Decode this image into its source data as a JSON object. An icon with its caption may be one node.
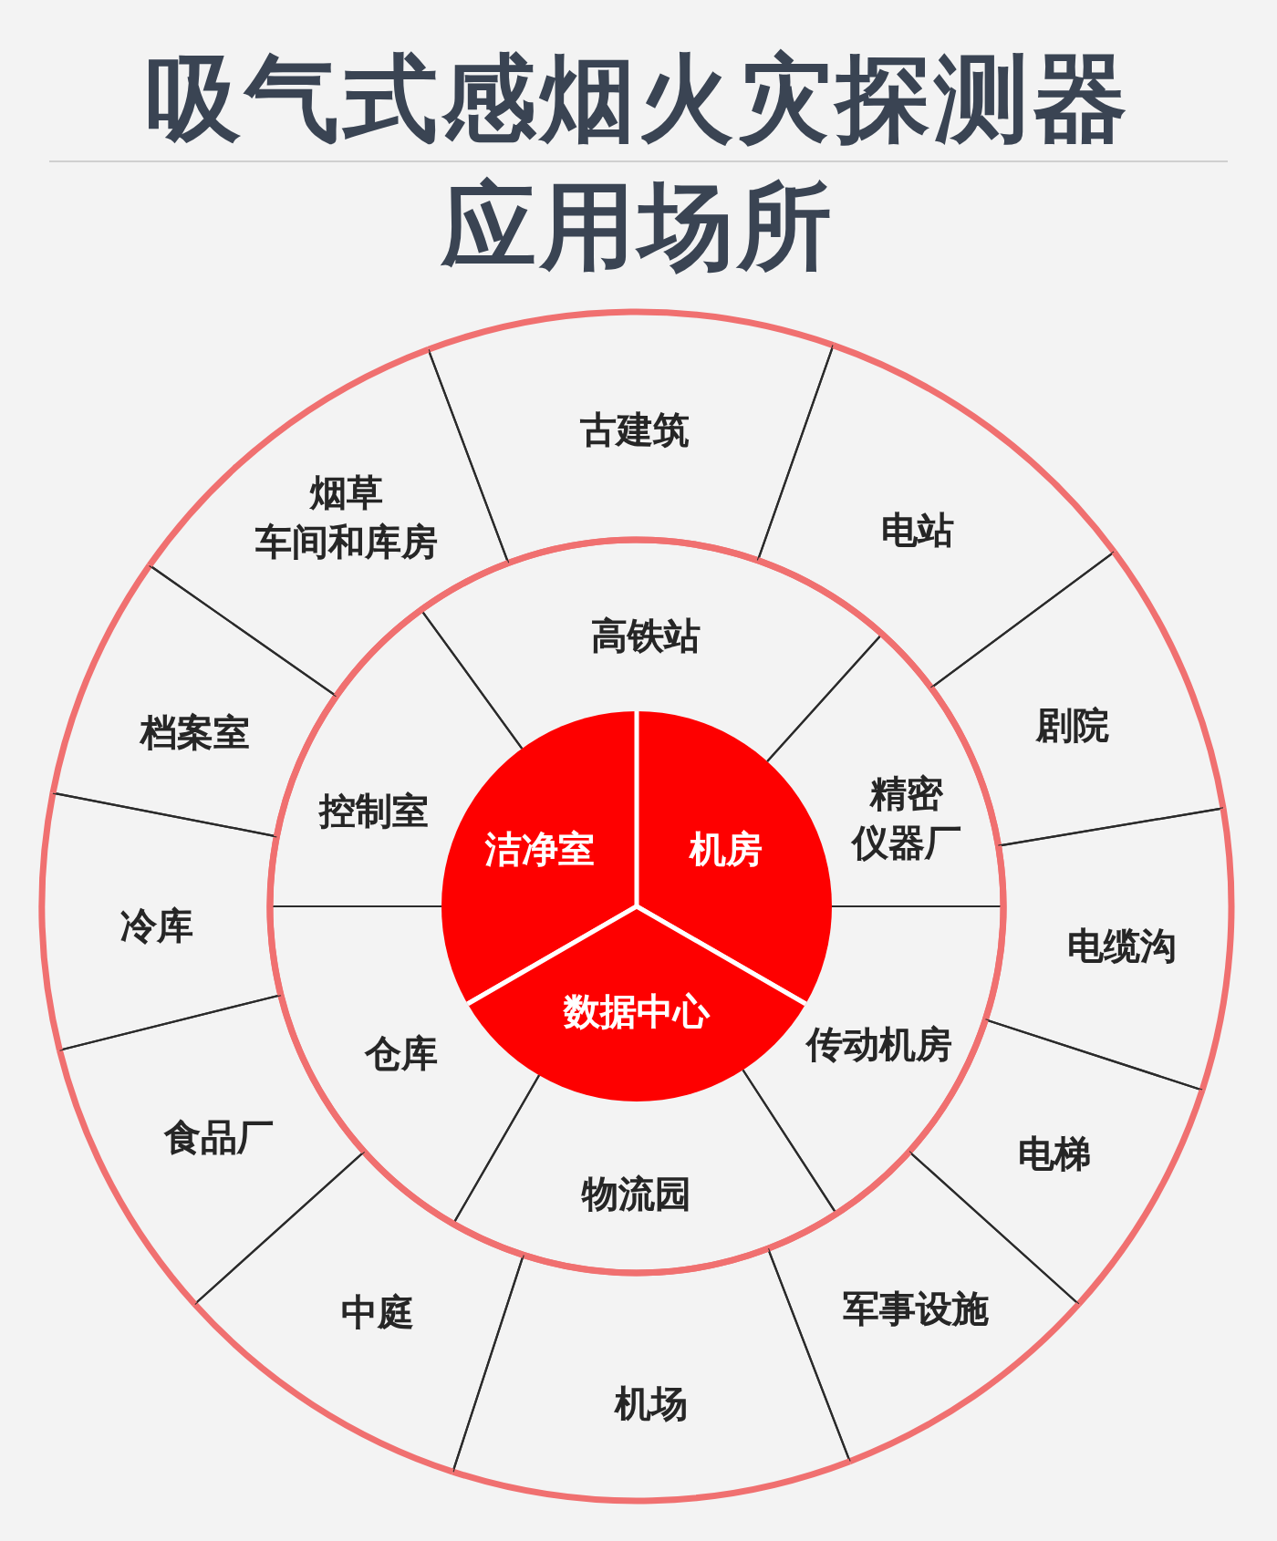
{
  "diagram": {
    "title": "吸气式感烟火灾探测器应用场所",
    "nodes": [
      {
        "text": [
          "洁净室"
        ]
      },
      {
        "text": [
          "机房"
        ]
      },
      {
        "text": [
          "数据中心"
        ]
      },
      {
        "text": [
          "高铁站"
        ]
      },
      {
        "text": [
          "精密仪器厂"
        ]
      },
      {
        "text": [
          "传动机房"
        ]
      },
      {
        "text": [
          "物流园"
        ]
      },
      {
        "text": [
          "仓库"
        ]
      },
      {
        "text": [
          "控制室"
        ]
      },
      {
        "text": [
          "古建筑"
        ]
      },
      {
        "text": [
          "电站"
        ]
      },
      {
        "text": [
          "剧院"
        ]
      },
      {
        "text": [
          "电缆沟"
        ]
      },
      {
        "text": [
          "电梯"
        ]
      },
      {
        "text": [
          "军事设施"
        ]
      },
      {
        "text": [
          "机场"
        ]
      },
      {
        "text": [
          "中庭"
        ]
      },
      {
        "text": [
          "食品厂"
        ]
      },
      {
        "text": [
          "冷库"
        ]
      },
      {
        "text": [
          "档案室"
        ]
      },
      {
        "text": [
          "烟草车间和库房"
        ]
      }
    ]
  }
}
